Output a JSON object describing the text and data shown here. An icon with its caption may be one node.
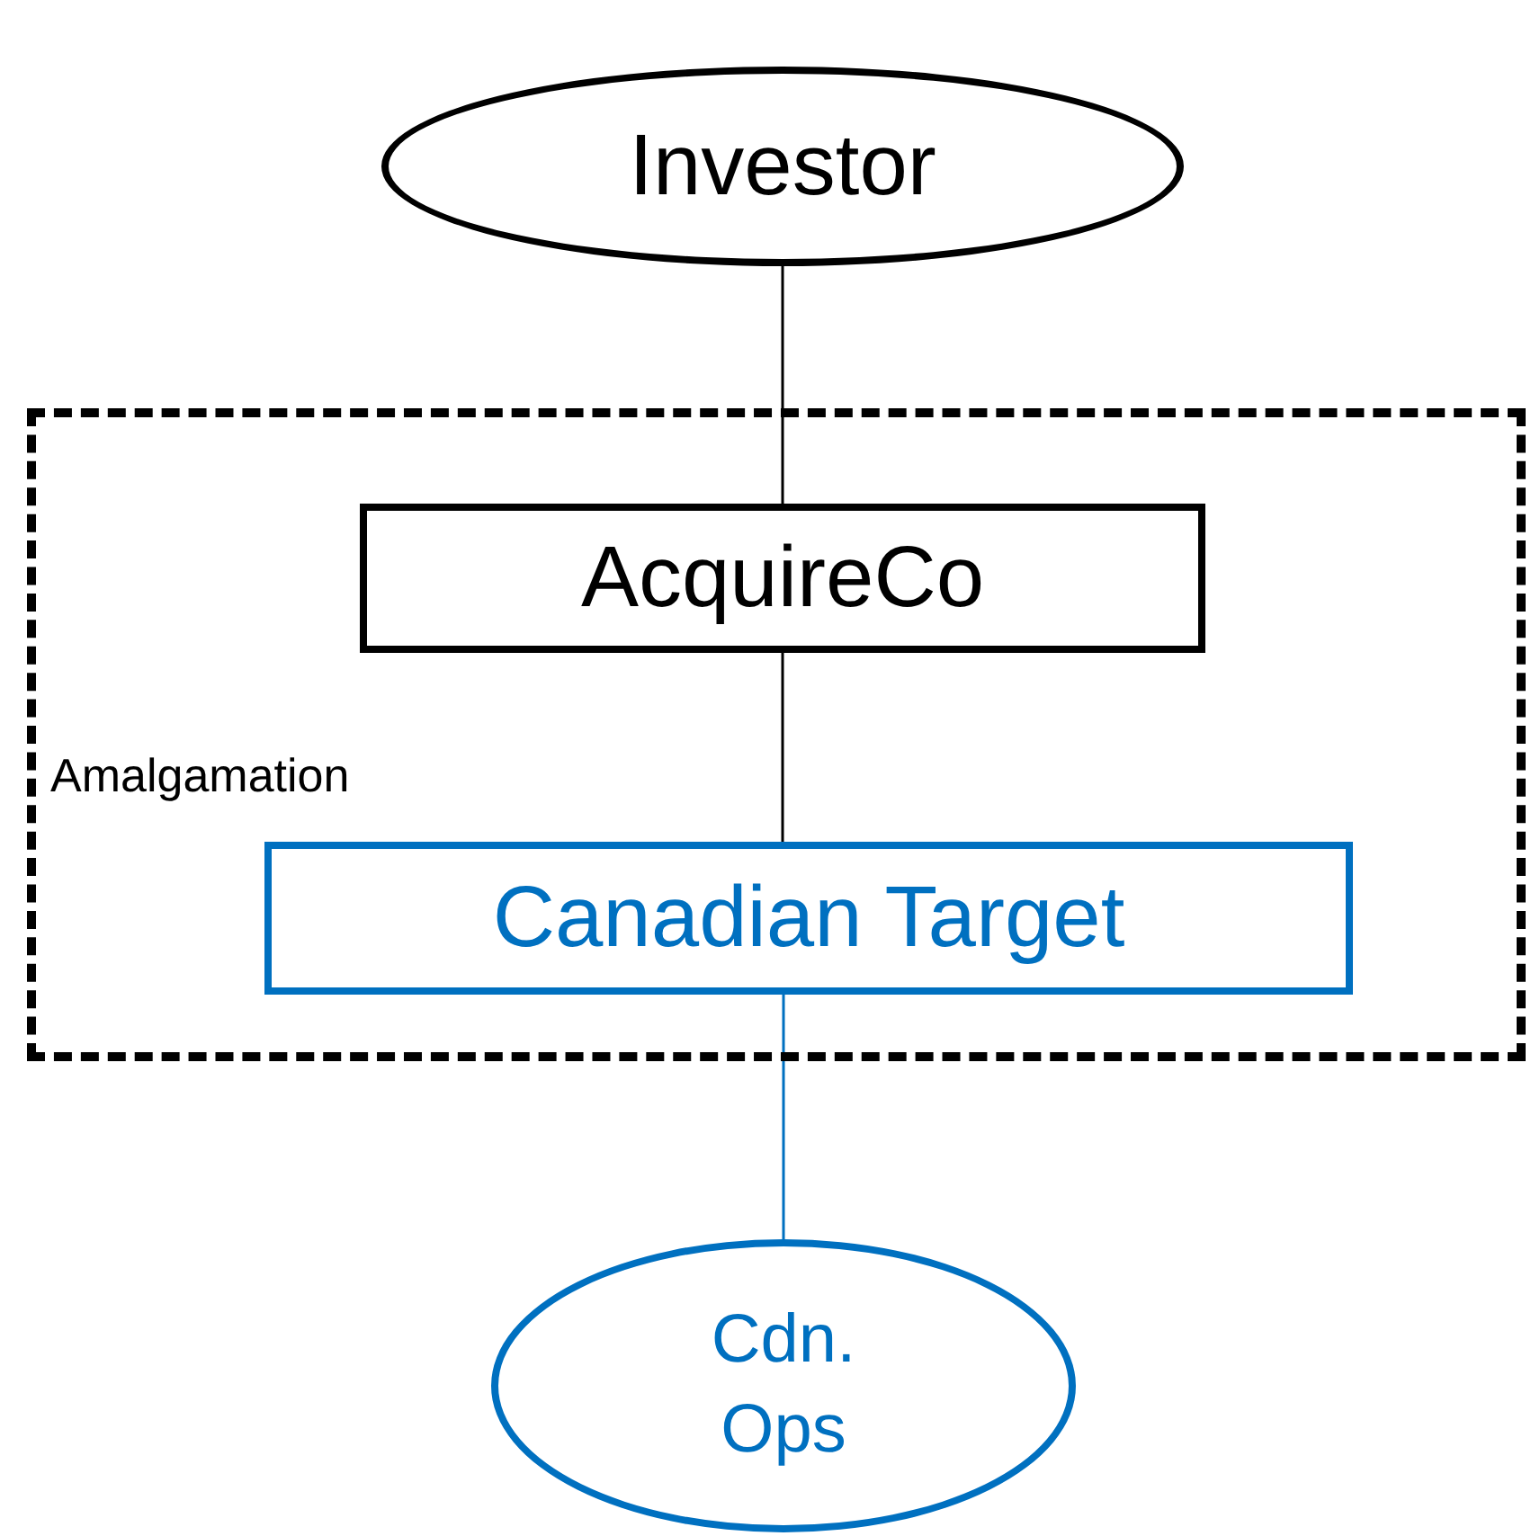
{
  "diagram": {
    "nodes": [
      {
        "text": [
          "Investor"
        ]
      },
      {
        "text": [
          "Amalgamation"
        ]
      },
      {
        "text": [
          "AcquireCo"
        ],
        "in": 1
      },
      {
        "text": [
          "Canadian Target"
        ],
        "in": 1
      },
      {
        "text": [
          "Cdn. Ops"
        ]
      }
    ],
    "edges": [
      {
        "from": 0,
        "to": 2,
        "arrow": "none"
      },
      {
        "from": 2,
        "to": 3,
        "arrow": "none"
      },
      {
        "from": 3,
        "to": 4,
        "arrow": "none",
        "color": "#0070c0"
      }
    ]
  }
}
